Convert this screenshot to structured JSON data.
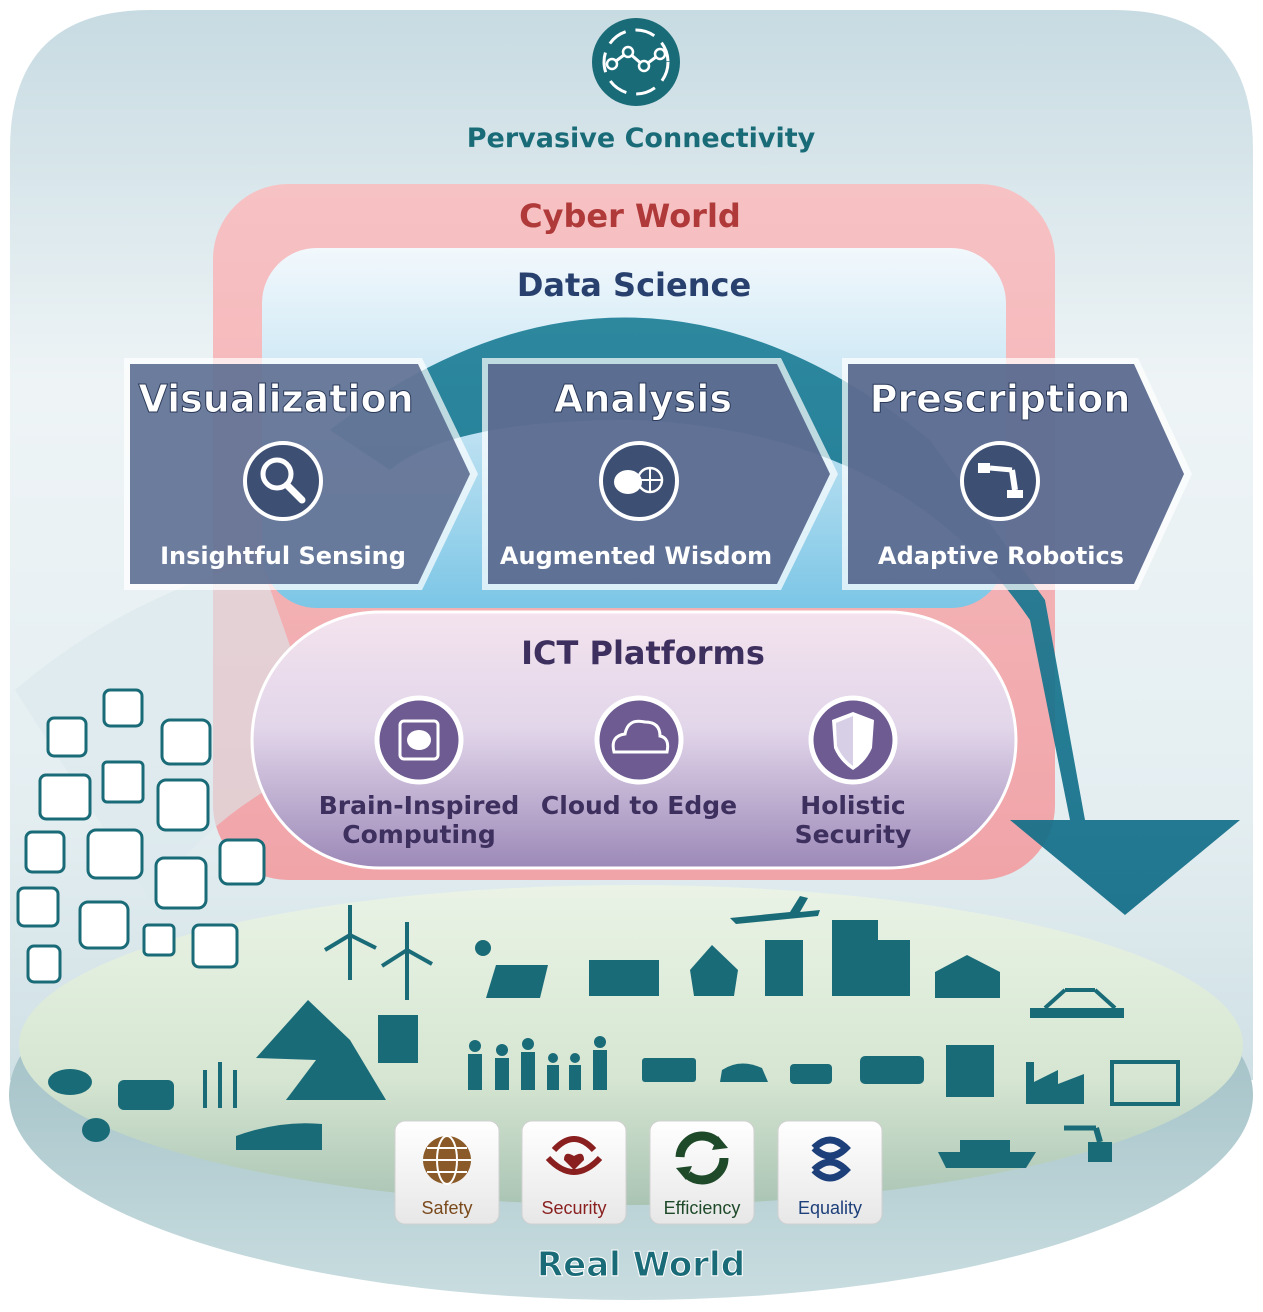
{
  "outer": {
    "title": "Pervasive Connectivity"
  },
  "cyber": {
    "title": "Cyber World"
  },
  "data_science": {
    "title": "Data Science",
    "stages": [
      {
        "title": "Visualization",
        "subtitle": "Insightful Sensing",
        "icon": "magnifier-icon"
      },
      {
        "title": "Analysis",
        "subtitle": "Augmented Wisdom",
        "icon": "brain-globe-icon"
      },
      {
        "title": "Prescription",
        "subtitle": "Adaptive Robotics",
        "icon": "robot-arm-icon"
      }
    ]
  },
  "ict": {
    "title": "ICT Platforms",
    "items": [
      {
        "line1": "Brain-Inspired",
        "line2": "Computing",
        "icon": "brain-chip-icon"
      },
      {
        "line1": "Cloud to Edge",
        "line2": "",
        "icon": "cloud-icon"
      },
      {
        "line1": "Holistic",
        "line2": "Security",
        "icon": "shield-icon"
      }
    ]
  },
  "real": {
    "title": "Real World",
    "values": [
      {
        "label": "Safety",
        "color": "#7a4a1c",
        "icon": "globe-icon"
      },
      {
        "label": "Security",
        "color": "#8a1f1f",
        "icon": "heart-hands-icon"
      },
      {
        "label": "Efficiency",
        "color": "#1f4a2a",
        "icon": "cycle-icon"
      },
      {
        "label": "Equality",
        "color": "#1d3f7a",
        "icon": "linked-hearts-icon"
      }
    ]
  },
  "colors": {
    "teal": "#1a6b78",
    "cyber_pink": "#f2a8aa",
    "cyber_text": "#b03a3a",
    "navy_text": "#28406e",
    "stage_fill": "#4d5f86",
    "ict_text": "#3d2f5e"
  }
}
